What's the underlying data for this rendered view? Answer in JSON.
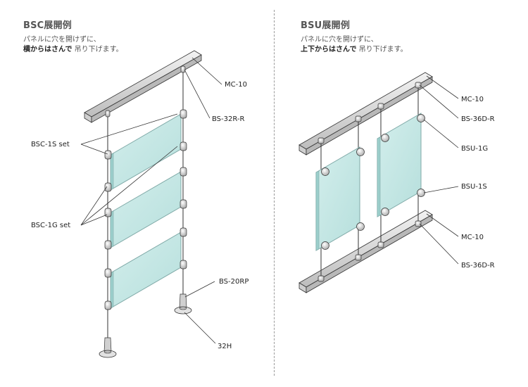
{
  "left": {
    "title": "BSC展開例",
    "line1": "パネルに穴を開けずに、",
    "line2_bold": "横からはさんで",
    "line2_rest": " 吊り下げます。",
    "labels": {
      "mc10": "MC-10",
      "bs32rr": "BS-32R-R",
      "bsc1s": "BSC-1S set",
      "bsc1g": "BSC-1G set",
      "bs20rp": "BS-20RP",
      "h32": "32H"
    }
  },
  "right": {
    "title": "BSU展開例",
    "line1": "パネルに穴を開けずに、",
    "line2_bold": "上下からはさんで",
    "line2_rest": " 吊り下げます。",
    "labels": {
      "mc10_top": "MC-10",
      "bs36dr_top": "BS-36D-R",
      "bsu1g": "BSU-1G",
      "bsu1s": "BSU-1S",
      "mc10_bottom": "MC-10",
      "bs36dr_bottom": "BS-36D-R"
    }
  },
  "colors": {
    "panel": "#c4e6e4",
    "panel_edge": "#7fa9a7",
    "rail": "#dcdcdc",
    "line": "#333333"
  }
}
